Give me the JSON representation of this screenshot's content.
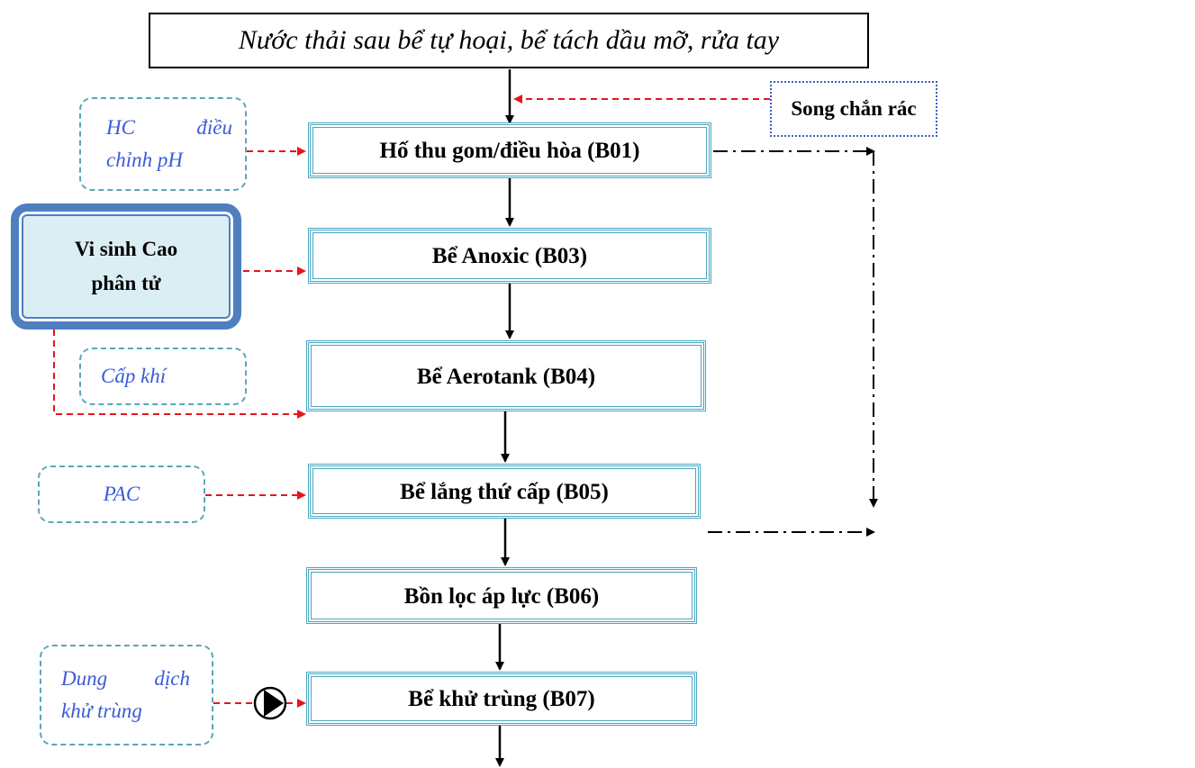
{
  "title": "Nước thải sau bể tự hoại, bể tách dầu mỡ, rửa tay",
  "screen_label": "Song chắn rác",
  "processes": [
    {
      "label": "Hố thu gom/điều hòa (B01)"
    },
    {
      "label": "Bể Anoxic (B03)"
    },
    {
      "label": "Bể Aerotank (B04)"
    },
    {
      "label": "Bể lắng thứ cấp (B05)"
    },
    {
      "label": "Bồn lọc áp lực (B06)"
    },
    {
      "label": "Bể khử trùng (B07)"
    }
  ],
  "chemicals": {
    "ph": {
      "line1": [
        "HC",
        "điều"
      ],
      "line2": "chỉnh pH"
    },
    "air": "Cấp khí",
    "pac": "PAC",
    "disinfect": {
      "line1": [
        "Dung",
        "dịch"
      ],
      "line2": "khử trùng"
    }
  },
  "microbe": {
    "line1": "Vi sinh Cao",
    "line2": "phân tử"
  },
  "colors": {
    "process_border": "#4aa6c0",
    "chem_border": "#5aa6b8",
    "chem_text": "#3a5bd9",
    "dosing_arrow": "#e8141b",
    "flow_arrow": "#000000",
    "microbe_fill": "#dbeef4",
    "microbe_border": "#4f7fbf"
  },
  "icons": [
    "pump-icon"
  ]
}
